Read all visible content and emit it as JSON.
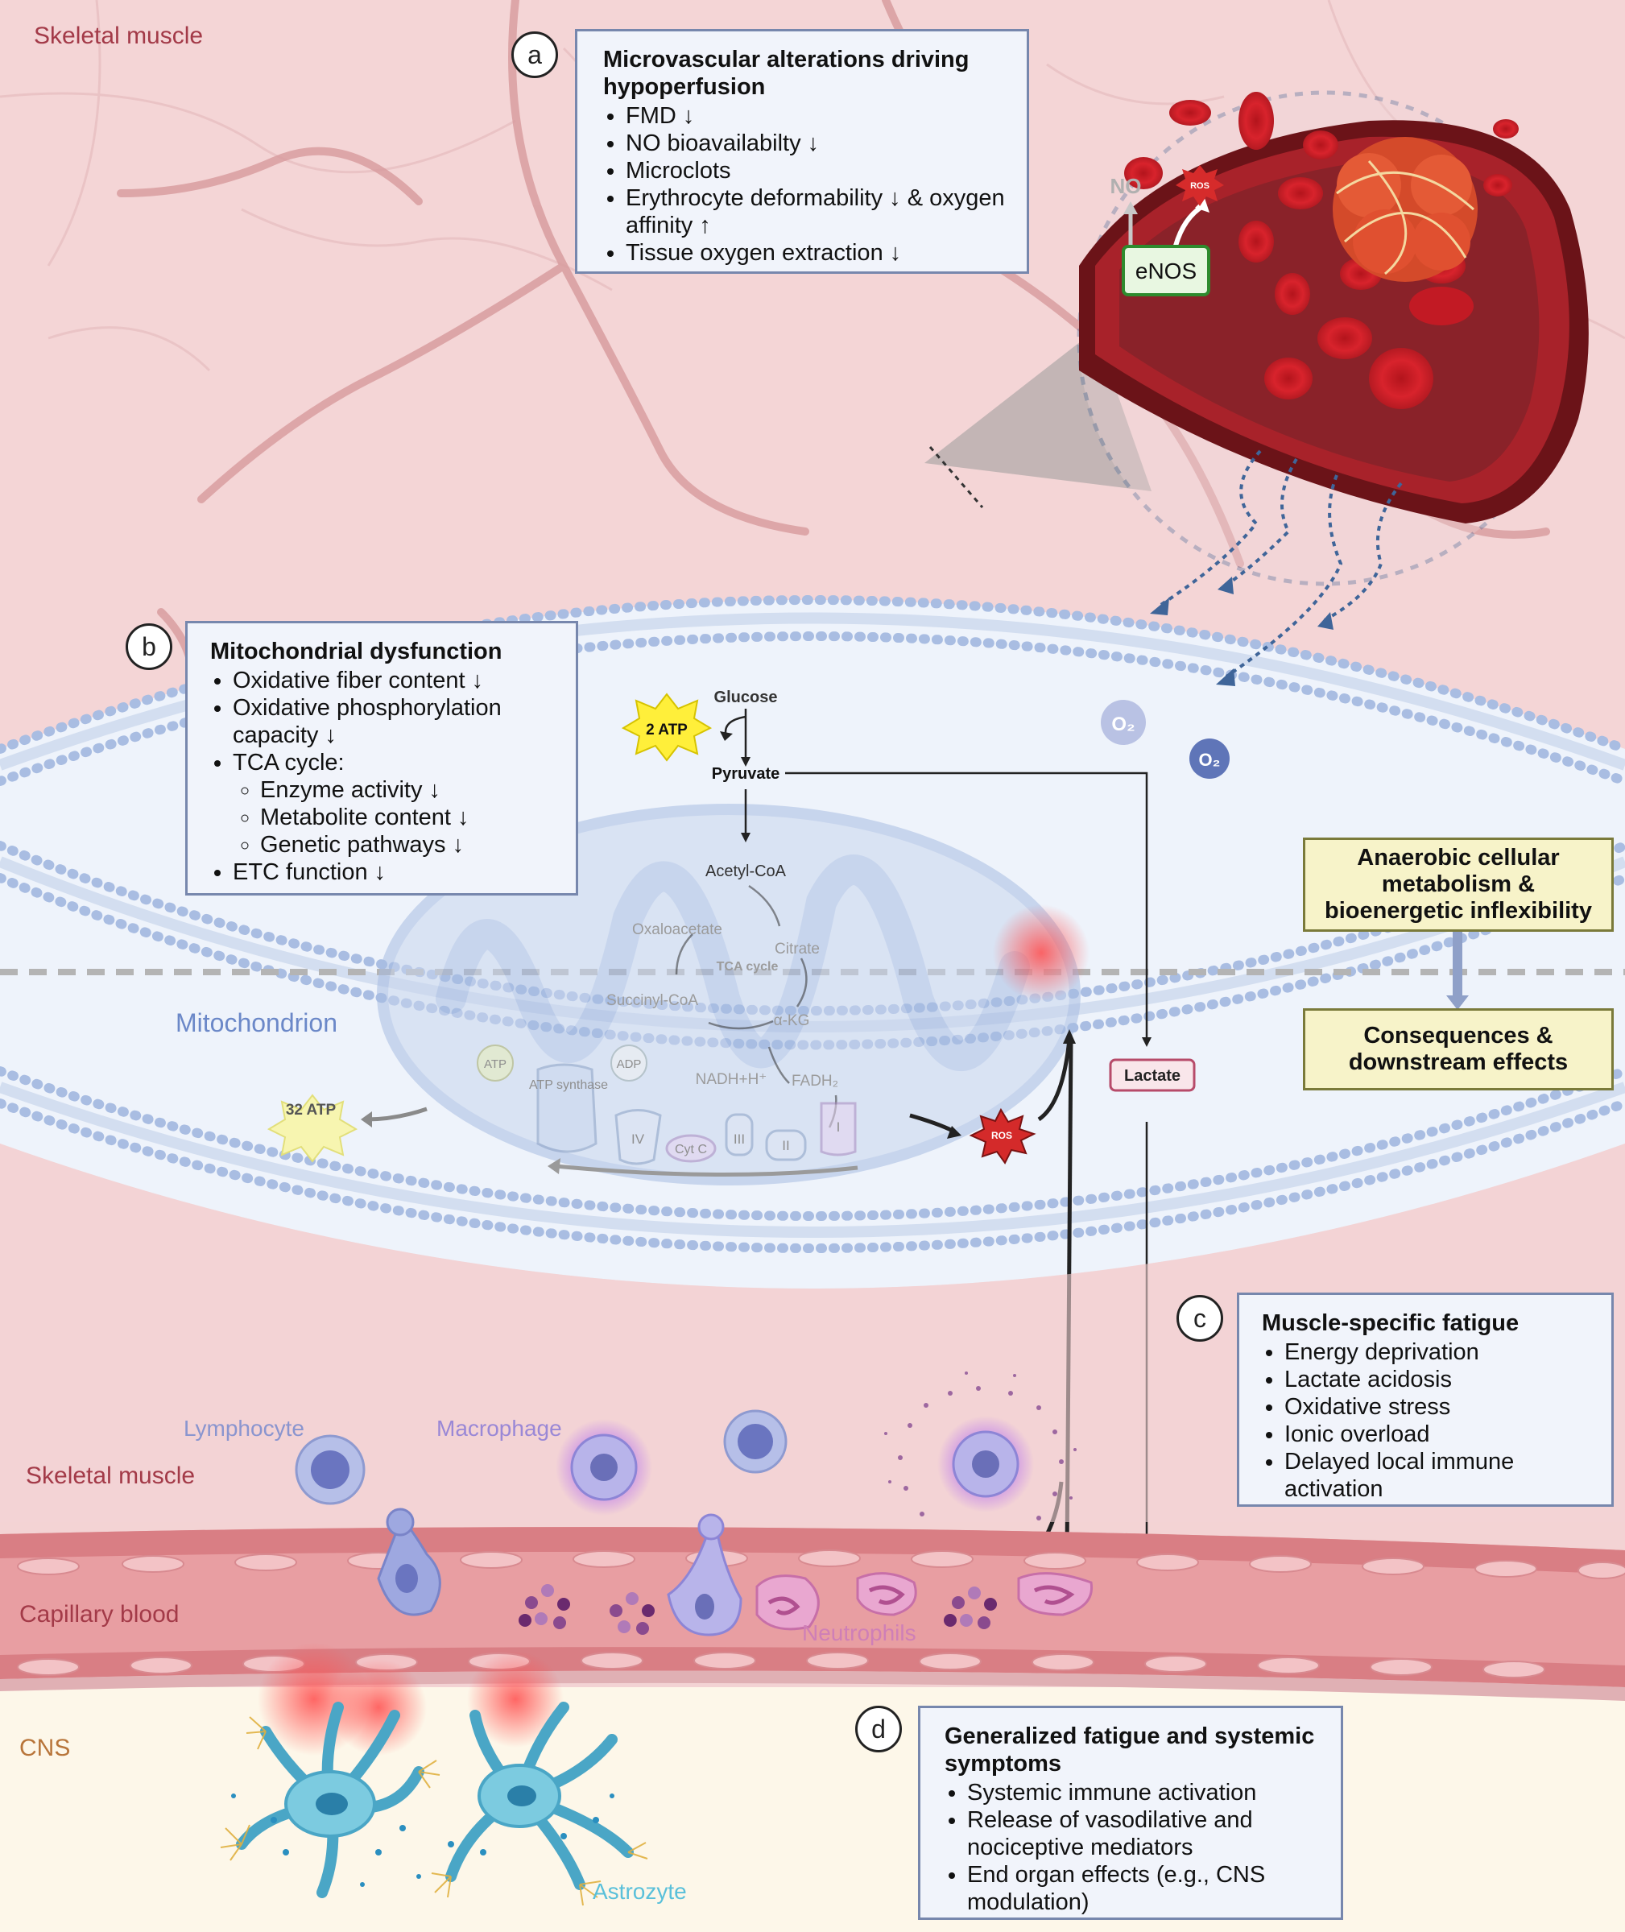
{
  "regions": {
    "skeletal_muscle_top": "Skeletal muscle",
    "mitochondrion": "Mitochondrion",
    "skeletal_muscle_bottom": "Skeletal muscle",
    "capillary_blood": "Capillary blood",
    "cns": "CNS"
  },
  "cells": {
    "lymphocyte": "Lymphocyte",
    "macrophage": "Macrophage",
    "neutrophils": "Neutrophils",
    "astrocyte": "Astrozyte"
  },
  "panel_a": {
    "letter": "a",
    "title": "Microvascular alterations driving hypoperfusion",
    "items": [
      "FMD ↓",
      "NO bioavailabilty ↓",
      "Microclots",
      "Erythrocyte deformability ↓ & oxygen affinity ↑",
      "Tissue oxygen extraction ↓"
    ]
  },
  "vessel": {
    "no": "NO",
    "ros": "ROS",
    "enos": "eNOS"
  },
  "panel_b": {
    "letter": "b",
    "title": "Mitochondrial dysfunction",
    "items": [
      "Oxidative fiber content ↓",
      "Oxidative phosphorylation capacity ↓",
      "TCA cycle:"
    ],
    "subitems": [
      "Enzyme activity ↓",
      "Metabolite content ↓",
      "Genetic pathways ↓"
    ],
    "last_item": "ETC function ↓"
  },
  "metabolism": {
    "glucose": "Glucose",
    "two_atp": "2 ATP",
    "pyruvate": "Pyruvate",
    "acetyl_coa": "Acetyl-CoA",
    "oxaloacetate": "Oxaloacetate",
    "citrate": "Citrate",
    "tca_cycle": "TCA cycle",
    "succinyl_coa": "Succinyl-CoA",
    "akg": "α-KG",
    "nadh": "NADH+H⁺",
    "fadh2": "FADH₂",
    "atp": "ATP",
    "adp": "ADP",
    "atp_synthase": "ATP synthase",
    "complex_iv": "IV",
    "cyt_c": "Cyt C",
    "complex_iii": "III",
    "complex_ii": "II",
    "complex_i": "I",
    "thirtytwo_atp": "32 ATP",
    "ros": "ROS",
    "lactate": "Lactate",
    "o2": "O₂"
  },
  "legend": {
    "top": "Anaerobic cellular metabolism & bioenergetic inflexibility",
    "bottom": "Consequences & downstream effects"
  },
  "panel_c": {
    "letter": "c",
    "title": "Muscle-specific fatigue",
    "items": [
      "Energy deprivation",
      "Lactate acidosis",
      "Oxidative stress",
      "Ionic overload",
      "Delayed local immune activation"
    ]
  },
  "panel_d": {
    "letter": "d",
    "title": "Generalized fatigue and systemic symptoms",
    "items": [
      "Systemic immune activation",
      "Release of vasodilative and nociceptive mediators",
      "End organ effects (e.g., CNS modulation)"
    ]
  }
}
